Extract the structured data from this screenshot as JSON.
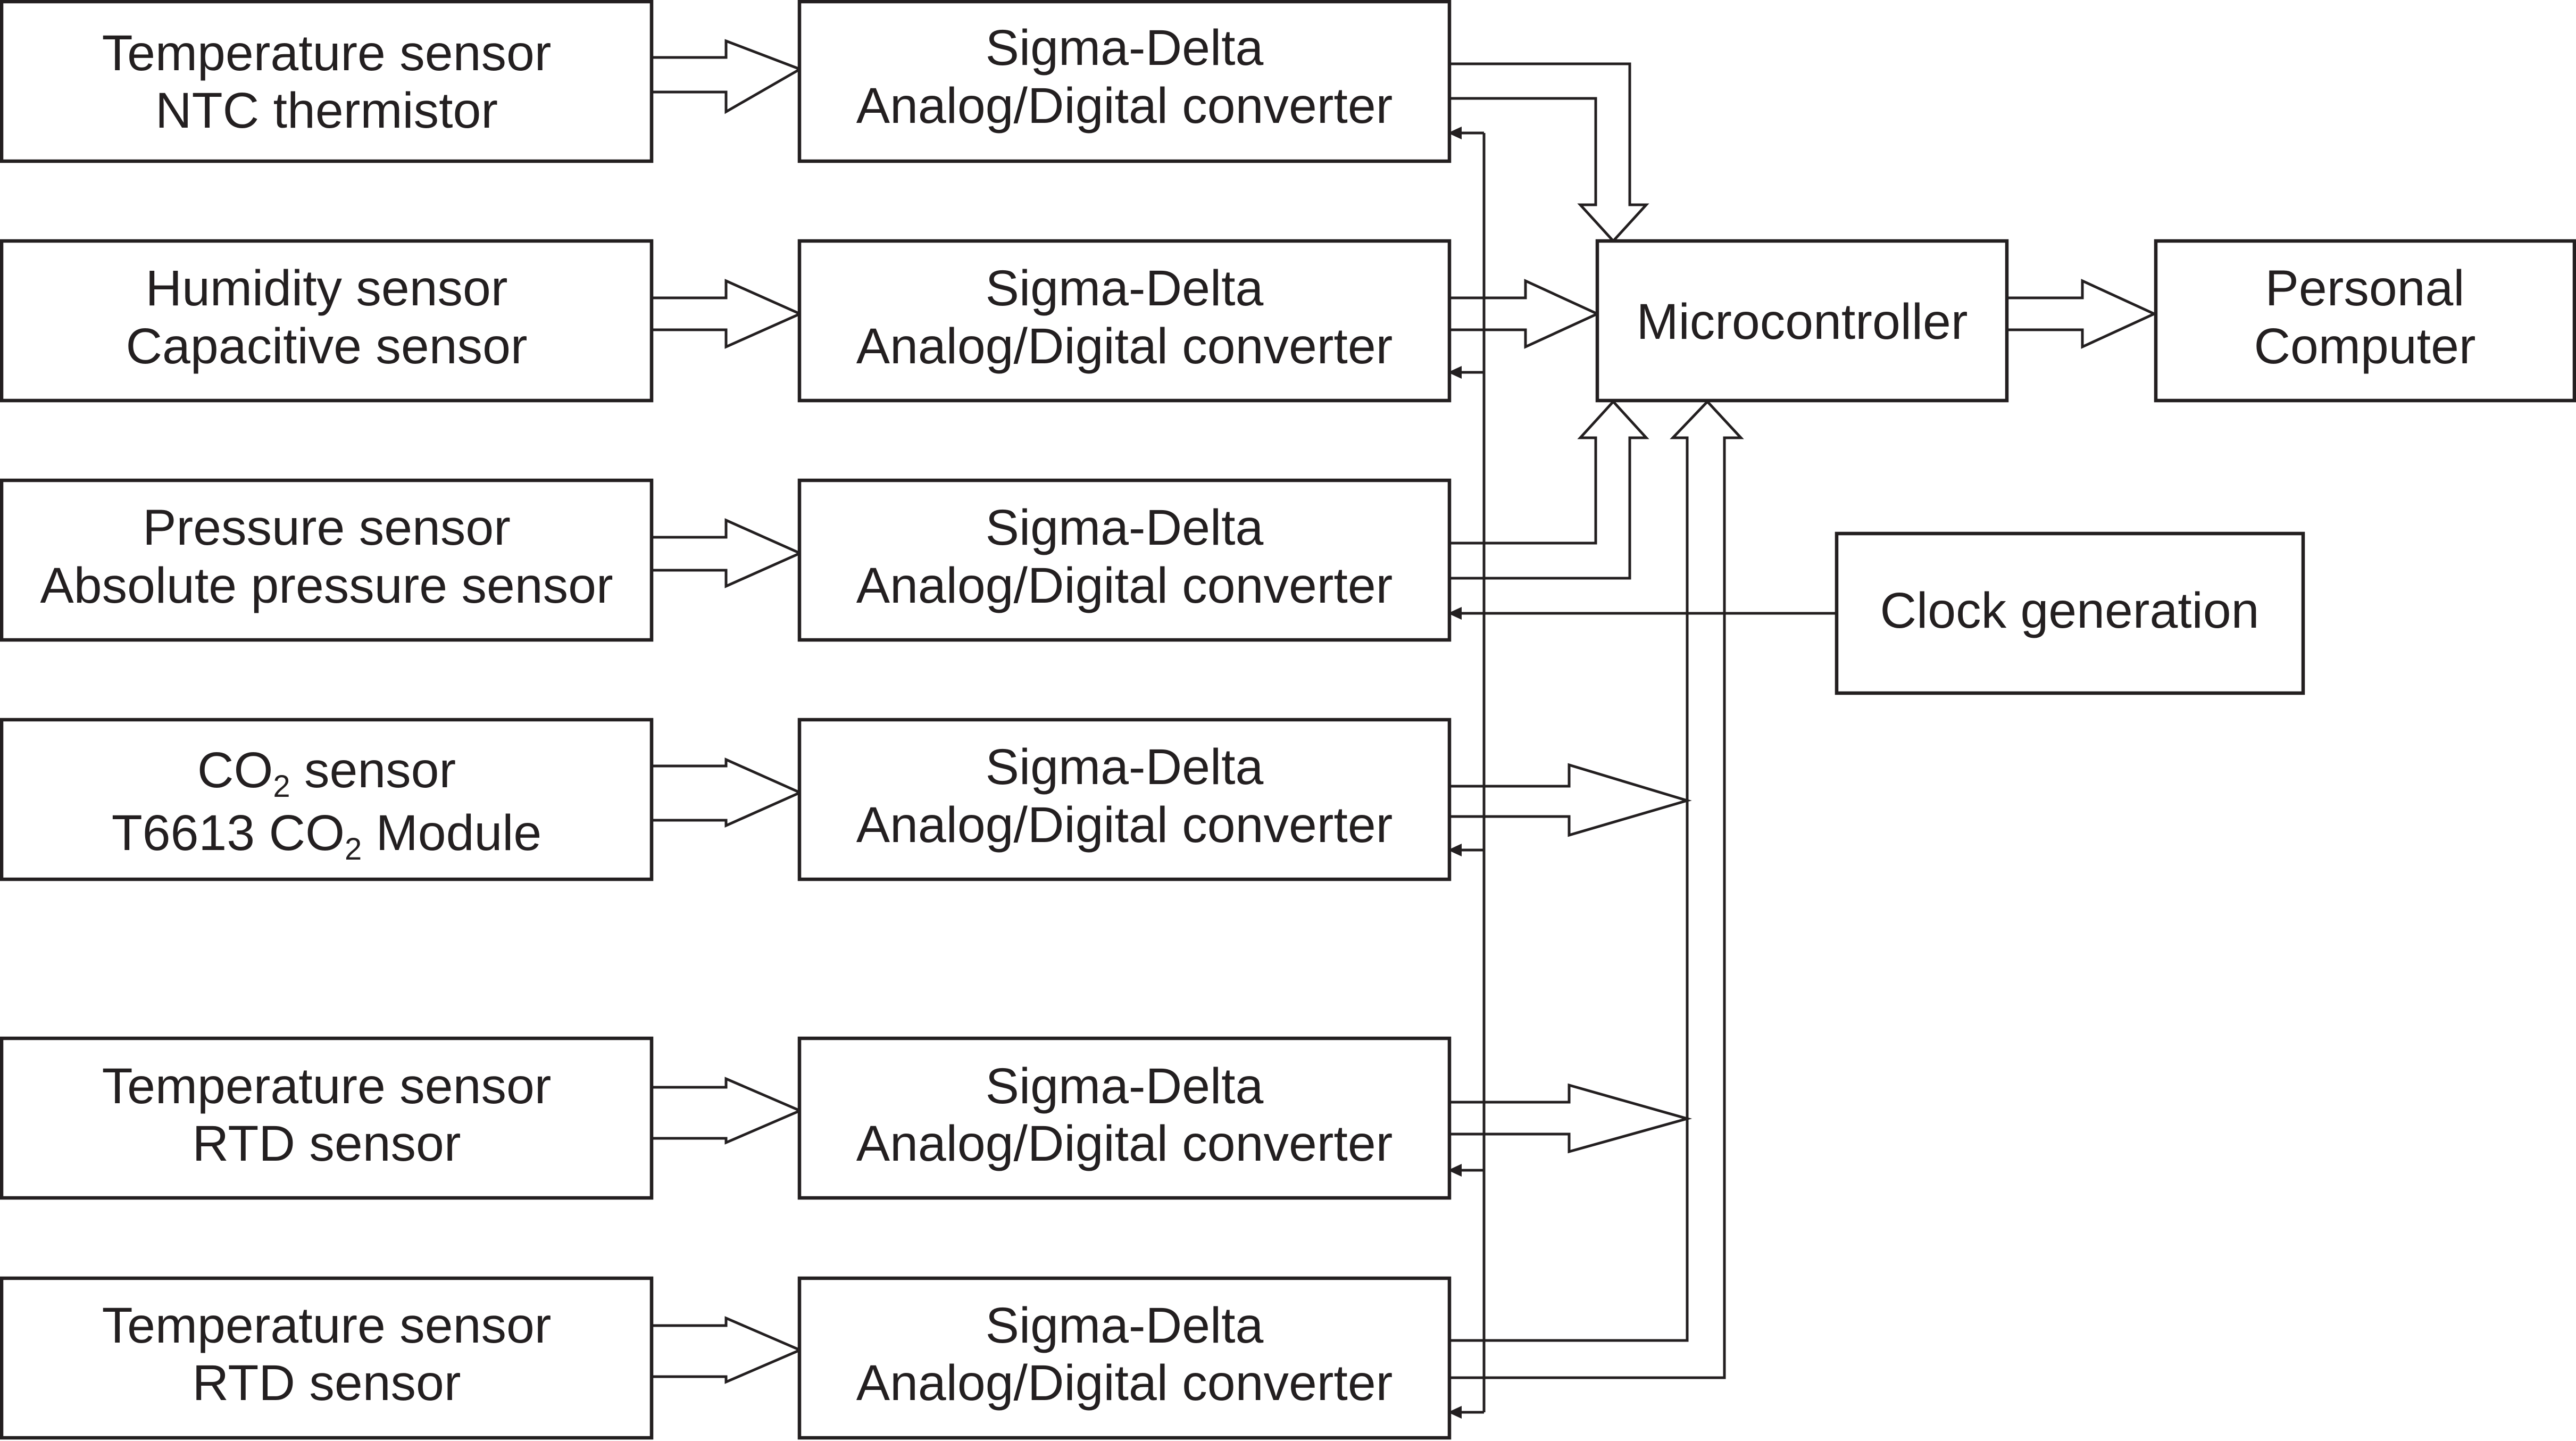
{
  "sensors": [
    {
      "line1": "Temperature sensor",
      "line2": "NTC thermistor"
    },
    {
      "line1": "Humidity sensor",
      "line2": "Capacitive sensor"
    },
    {
      "line1": "Pressure sensor",
      "line2": "Absolute pressure sensor"
    },
    {
      "line1a": "CO",
      "line1sub": "2",
      "line1b": " sensor",
      "line2a": "T6613 CO",
      "line2sub": "2",
      "line2b": " Module"
    },
    {
      "line1": "Temperature sensor",
      "line2": "RTD sensor"
    },
    {
      "line1": "Temperature sensor",
      "line2": "RTD sensor"
    }
  ],
  "adc": {
    "line1": "Sigma-Delta",
    "line2": "Analog/Digital converter"
  },
  "microcontroller": {
    "label": "Microcontroller"
  },
  "pc": {
    "line1": "Personal",
    "line2": "Computer"
  },
  "clock": {
    "label": "Clock generation"
  }
}
